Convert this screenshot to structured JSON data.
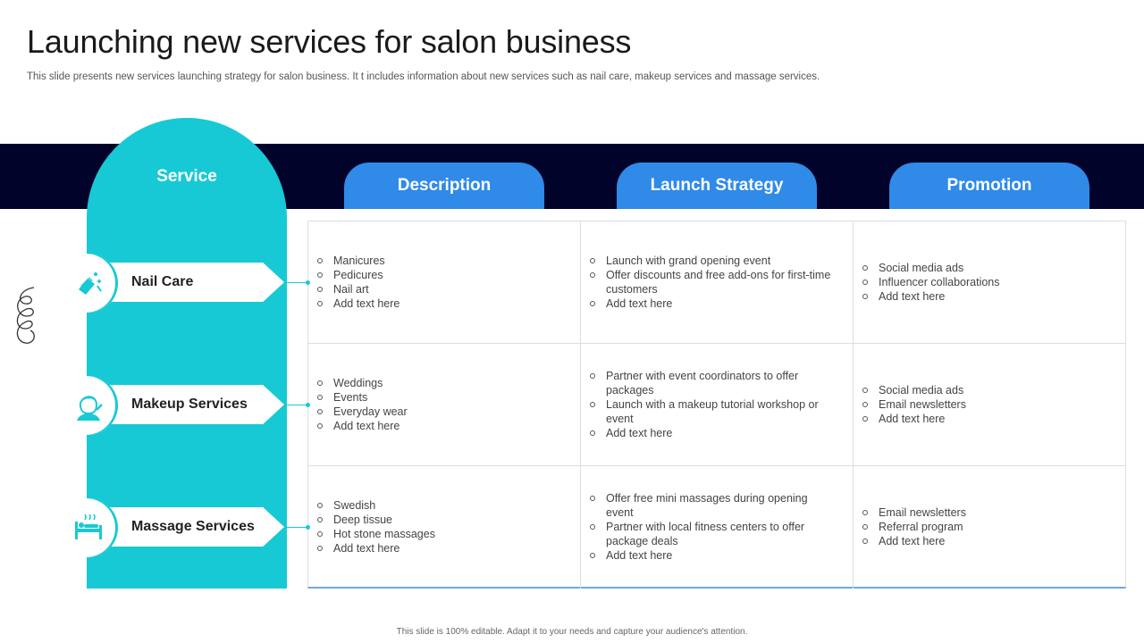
{
  "title": "Launching new services for salon business",
  "subtitle": "This slide presents new services launching strategy for salon business. It t includes information about new services such as nail care, makeup services and massage services.",
  "columns": {
    "service": "Service",
    "description": "Description",
    "launch_strategy": "Launch Strategy",
    "promotion": "Promotion"
  },
  "rows": [
    {
      "service": "Nail Care",
      "icon": "nail-care-icon",
      "description": [
        "Manicures",
        "Pedicures",
        "Nail art",
        "Add text here"
      ],
      "launch_strategy": [
        "Launch with grand opening event",
        "Offer discounts and free add-ons for first-time customers",
        "Add text here"
      ],
      "promotion": [
        "Social media ads",
        "Influencer collaborations",
        "Add text here"
      ]
    },
    {
      "service": "Makeup Services",
      "icon": "makeup-woman-icon",
      "description": [
        "Weddings",
        "Events",
        "Everyday wear",
        "Add text here"
      ],
      "launch_strategy": [
        "Partner with event coordinators to offer packages",
        "Launch with a makeup tutorial workshop or event",
        "Add text here"
      ],
      "promotion": [
        "Social media ads",
        "Email newsletters",
        "Add text here"
      ]
    },
    {
      "service": "Massage Services",
      "icon": "massage-table-icon",
      "description": [
        "Swedish",
        "Deep tissue",
        "Hot stone massages",
        "Add text here"
      ],
      "launch_strategy": [
        "Offer free mini massages during opening event",
        "Partner with local fitness centers to offer package deals",
        "Add text here"
      ],
      "promotion": [
        "Email newsletters",
        "Referral program",
        "Add text here"
      ]
    }
  ],
  "footer": "This slide is 100% editable. Adapt it to your needs and capture your audience's attention.",
  "colors": {
    "navy": "#02032b",
    "teal": "#17c9d4",
    "blue": "#2f8ae8"
  }
}
